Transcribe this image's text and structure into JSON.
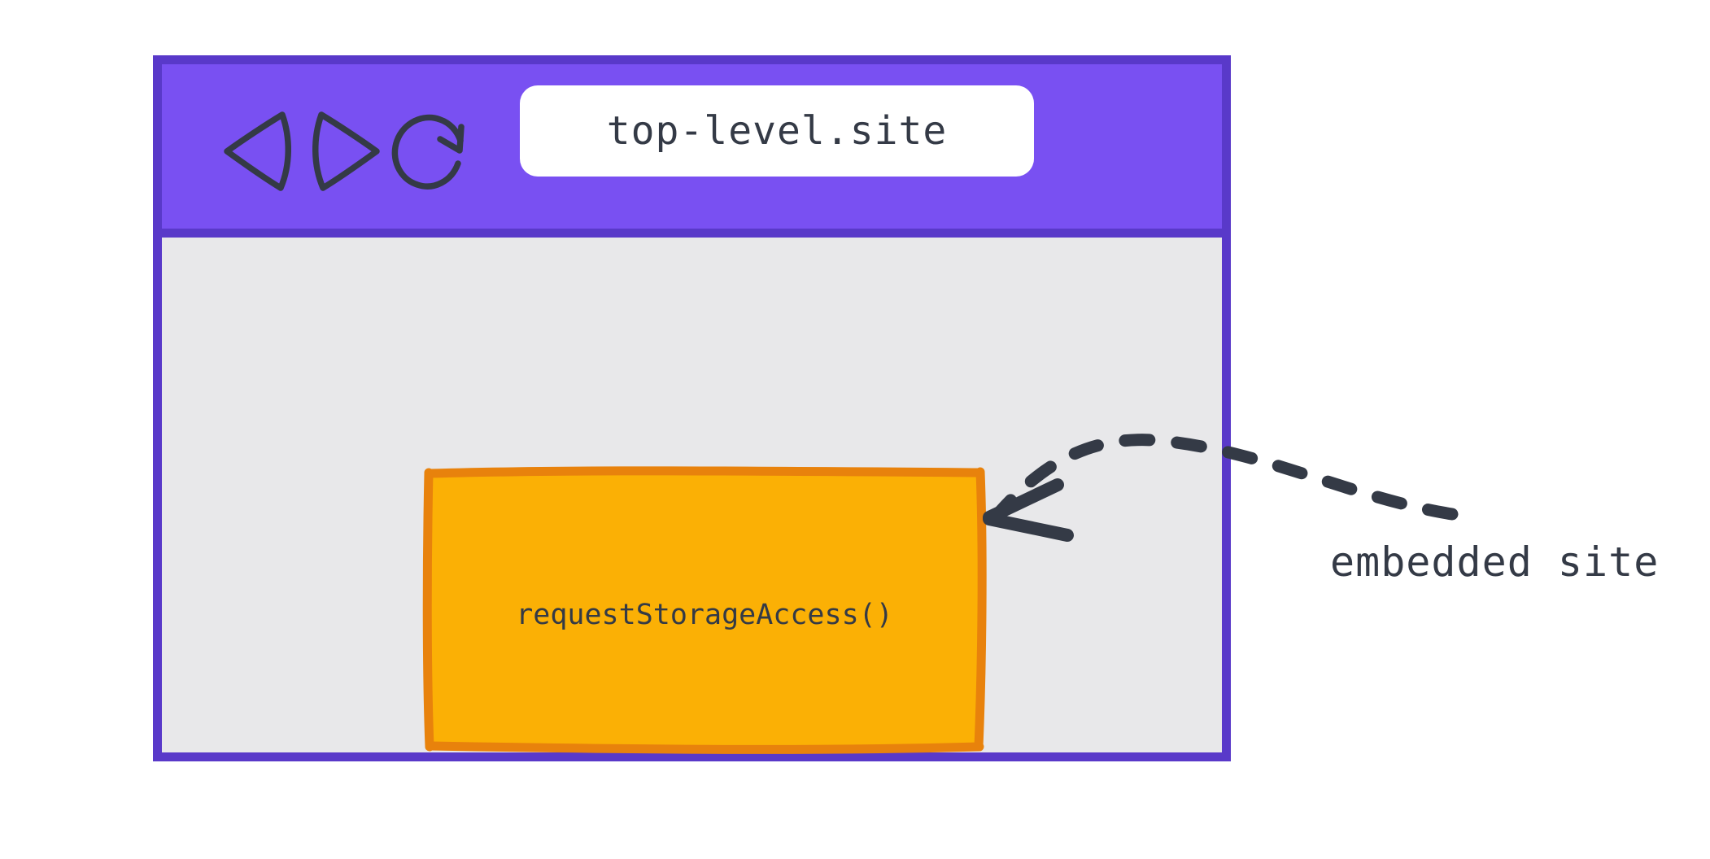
{
  "browser": {
    "name": "browser-window-mockup",
    "chrome_color": "#7950f2",
    "chrome_border_color": "#5939c9",
    "viewport_color": "#e8e8ea",
    "nav": {
      "back_icon": "back-triangle-icon",
      "forward_icon": "forward-triangle-icon",
      "reload_icon": "reload-circular-arrow-icon"
    },
    "url_bar": {
      "value": "top-level.site",
      "placeholder": "top-level.site",
      "background": "#ffffff",
      "text_color": "#343a46"
    }
  },
  "embedded_frame": {
    "label": "requestStorageAccess()",
    "fill_color": "#fbb005",
    "stroke_color": "#e8820c",
    "text_color": "#343a46"
  },
  "annotation": {
    "label": "embedded site",
    "arrow_icon": "dashed-curved-arrow-icon",
    "color": "#343a46"
  }
}
